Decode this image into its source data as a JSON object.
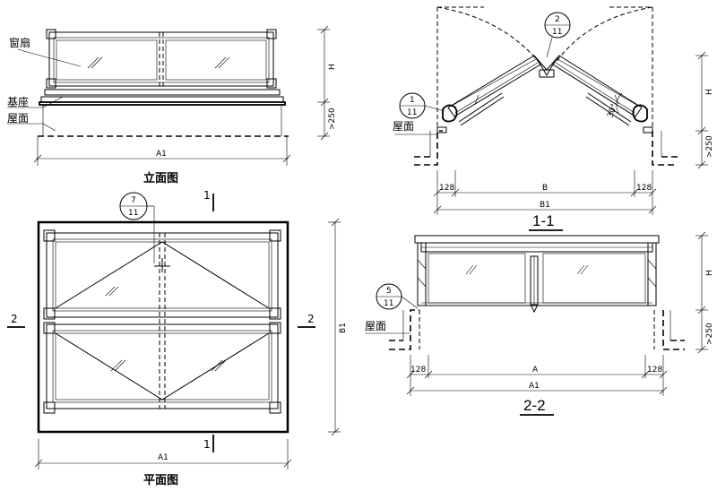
{
  "elevation": {
    "title": "立面图",
    "label_sash": "窗扇",
    "label_base": "基座",
    "label_roof": "屋面",
    "dim_height": "H",
    "dim_curb": ">250",
    "dim_width": "A1"
  },
  "plan": {
    "title": "平面图",
    "dim_width": "A1",
    "dim_depth": "B1",
    "cut_1_top": "1",
    "cut_1_bottom": "1",
    "cut_2_left": "2",
    "cut_2_right": "2",
    "detail_ref": {
      "number": "7",
      "sheet": "11"
    }
  },
  "section_1": {
    "title": "1-1",
    "label_roof": "屋面",
    "angle": "30°",
    "dim_height": "H",
    "dim_curb": ">250",
    "dim_left": "128",
    "dim_mid": "B",
    "dim_right": "128",
    "dim_total": "B1",
    "detail_ref_left": {
      "number": "1",
      "sheet": "11"
    },
    "detail_ref_top": {
      "number": "2",
      "sheet": "11"
    }
  },
  "section_2": {
    "title": "2-2",
    "label_roof": "屋面",
    "dim_height": "H",
    "dim_curb": ">250",
    "dim_left": "128",
    "dim_mid": "A",
    "dim_right": "128",
    "dim_total": "A1",
    "detail_ref": {
      "number": "5",
      "sheet": "11"
    }
  }
}
